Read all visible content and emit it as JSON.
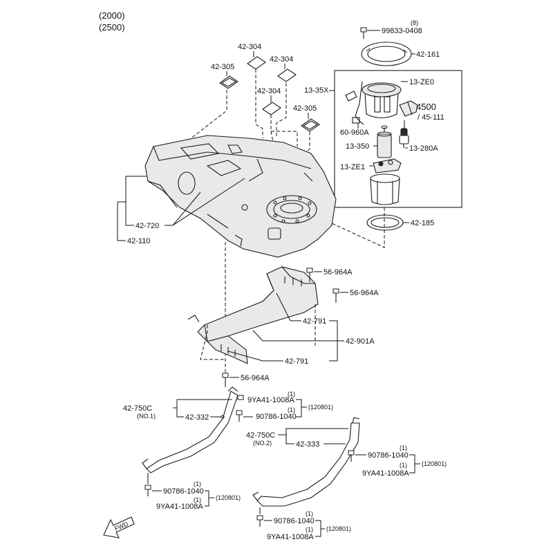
{
  "header": {
    "model_line1": "(2000)",
    "model_line2": "(2500)"
  },
  "labels": {
    "p99833": "99833-0408",
    "p99833_qty": "(8)",
    "p42_161": "42-161",
    "p42_304_a": "42-304",
    "p42_304_b": "42-304",
    "p42_304_c": "42-304",
    "p42_305_a": "42-305",
    "p42_305_b": "42-305",
    "p13_35x": "13-35X",
    "p13_ze0": "13-ZE0",
    "p4500": "4500",
    "p45_111": "/ 45-111",
    "p60_960a": "60-960A",
    "p13_350": "13-350",
    "p13_280a": "13-280A",
    "p13_ze1": "13-ZE1",
    "p42_185": "42-185",
    "p42_720": "42-720",
    "p42_110": "42-110",
    "p56_964a_1": "56-964A",
    "p56_964a_2": "56-964A",
    "p56_964a_3": "56-964A",
    "p42_791_a": "42-791",
    "p42_791_b": "42-791",
    "p42_901a": "42-901A",
    "p42_750c_1": "42-750C",
    "no1": "(NO.1)",
    "p42_332": "42-332",
    "p42_750c_2": "42-750C",
    "no2": "(NO.2)",
    "p42_333": "42-333",
    "qty1_a": "(1)",
    "p9ya41_a": "9YA41-1008A",
    "date_a": "(120801)",
    "qty1_b": "(1)",
    "p90786_a": "90786-1040",
    "qty1_c": "(1)",
    "p90786_b": "90786-1040",
    "qty1_d": "(1)",
    "p9ya41_b": "9YA41-1008A",
    "date_b": "(120801)",
    "qty1_e": "(1)",
    "p90786_c": "90786-1040",
    "qty1_f": "(1)",
    "p9ya41_c": "9YA41-1008A",
    "date_c": "(120801)",
    "qty1_g": "(1)",
    "p90786_d": "90786-1040",
    "qty1_h": "(1)",
    "p9ya41_d": "9YA41-1008A",
    "date_d": "(120801)",
    "fwd": "FWD"
  }
}
